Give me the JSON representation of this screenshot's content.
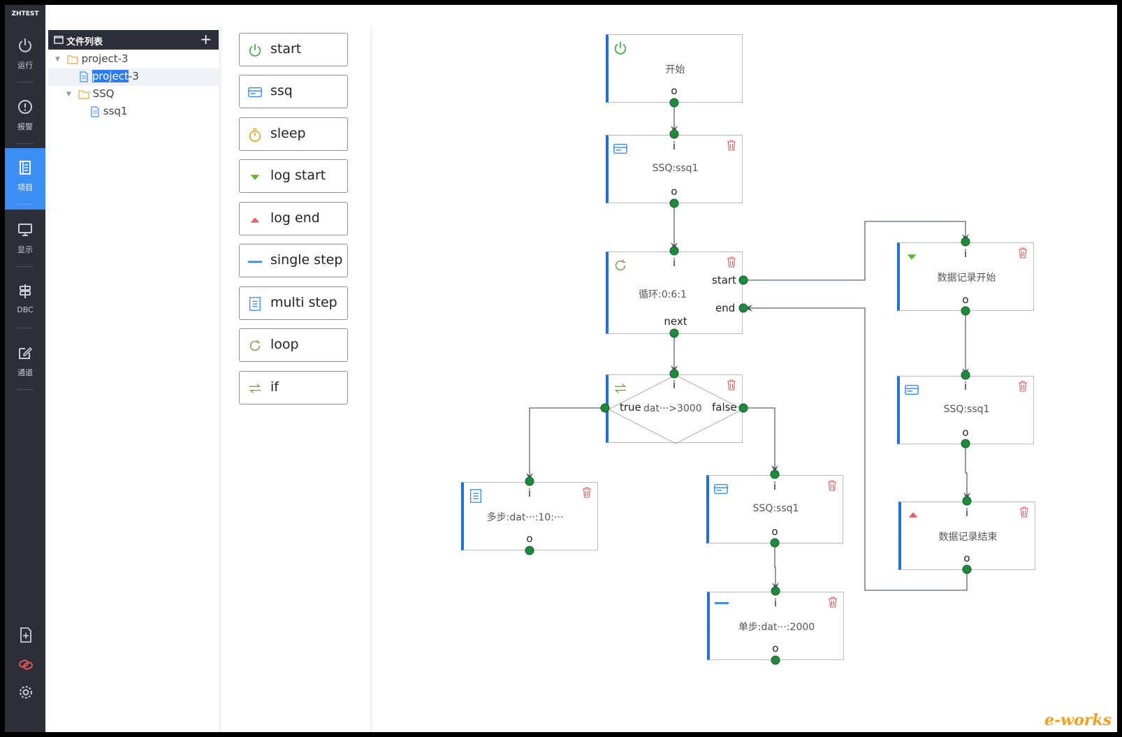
{
  "brand": "ZHTEST",
  "nav": [
    {
      "key": "run",
      "label": "运行",
      "icon": "power-icon"
    },
    {
      "key": "alarm",
      "label": "报警",
      "icon": "alert-icon"
    },
    {
      "key": "project",
      "label": "项目",
      "icon": "document-icon"
    },
    {
      "key": "display",
      "label": "显示",
      "icon": "monitor-icon"
    },
    {
      "key": "dbc",
      "label": "DBC",
      "icon": "signpost-icon"
    },
    {
      "key": "channel",
      "label": "通道",
      "icon": "edit-icon"
    }
  ],
  "bottom_icons": [
    "file-add-icon",
    "link-icon",
    "gear-icon"
  ],
  "file_panel": {
    "title": "文件列表",
    "add": "+",
    "tree": [
      {
        "label": "project-3",
        "type": "folder"
      },
      {
        "label_selected": "project",
        "label_rest": "-3",
        "type": "file"
      },
      {
        "label": "SSQ",
        "type": "folder"
      },
      {
        "label": "ssq1",
        "type": "file"
      }
    ]
  },
  "palette": [
    {
      "label": "start",
      "icon": "power-icon"
    },
    {
      "label": "ssq",
      "icon": "card-icon"
    },
    {
      "label": "sleep",
      "icon": "timer-icon"
    },
    {
      "label": "log start",
      "icon": "triangle-down-icon"
    },
    {
      "label": "log end",
      "icon": "triangle-up-icon"
    },
    {
      "label": "single step",
      "icon": "line-icon"
    },
    {
      "label": "multi step",
      "icon": "list-icon"
    },
    {
      "label": "loop",
      "icon": "refresh-icon"
    },
    {
      "label": "if",
      "icon": "switch-icon"
    }
  ],
  "nodes": {
    "start": {
      "title": "开始",
      "out": "o"
    },
    "ssq_top": {
      "title": "SSQ:ssq1",
      "in": "i",
      "out": "o"
    },
    "loop": {
      "title": "循环:0:6:1",
      "in": "i",
      "start": "start",
      "end": "end",
      "next": "next"
    },
    "if": {
      "in": "i",
      "true": "true",
      "false": "false",
      "condition": "dat···>3000"
    },
    "multi": {
      "title": "多步:dat···:10:···",
      "in": "i",
      "out": "o"
    },
    "ssq_mid": {
      "title": "SSQ:ssq1",
      "in": "i",
      "out": "o"
    },
    "single": {
      "title": "单步:dat···:2000",
      "in": "i",
      "out": "o"
    },
    "log_start": {
      "title": "数据记录开始",
      "in": "i",
      "out": "o"
    },
    "ssq_right": {
      "title": "SSQ:ssq1",
      "in": "i",
      "out": "o"
    },
    "log_end": {
      "title": "数据记录结束",
      "in": "i",
      "out": "o"
    }
  },
  "colors": {
    "sidebar": "#2b2f3a",
    "accent": "#3d8ef6",
    "node_border": "#1f6fe6",
    "port": "#1e8a3e",
    "delete": "#e05a5a",
    "power": "#4caf50"
  },
  "watermark": "e-works"
}
